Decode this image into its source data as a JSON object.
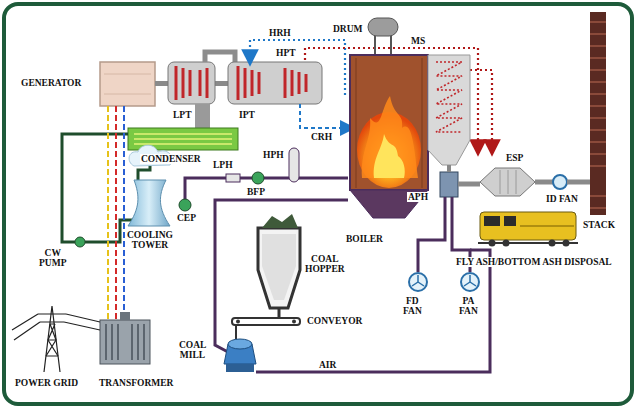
{
  "diagram": {
    "labels": [
      "HRH",
      "MS",
      "DRUM",
      "GENERATOR",
      "LPT",
      "HPT",
      "IPT",
      "CRH",
      "CONDENSER",
      "LPH",
      "HPH",
      "BFP",
      "CEP",
      "APH",
      "ESP",
      "ID FAN",
      "STACK",
      "CW PUMP",
      "COOLING TOWER",
      "COAL HOPPER",
      "BOILER",
      "FLY ASH/BOTTOM ASH DISPOSAL",
      "CONVEYOR",
      "FD FAN",
      "PA FAN",
      "COAL MILL",
      "AIR",
      "POWER GRID",
      "TRANSFORMER"
    ]
  }
}
